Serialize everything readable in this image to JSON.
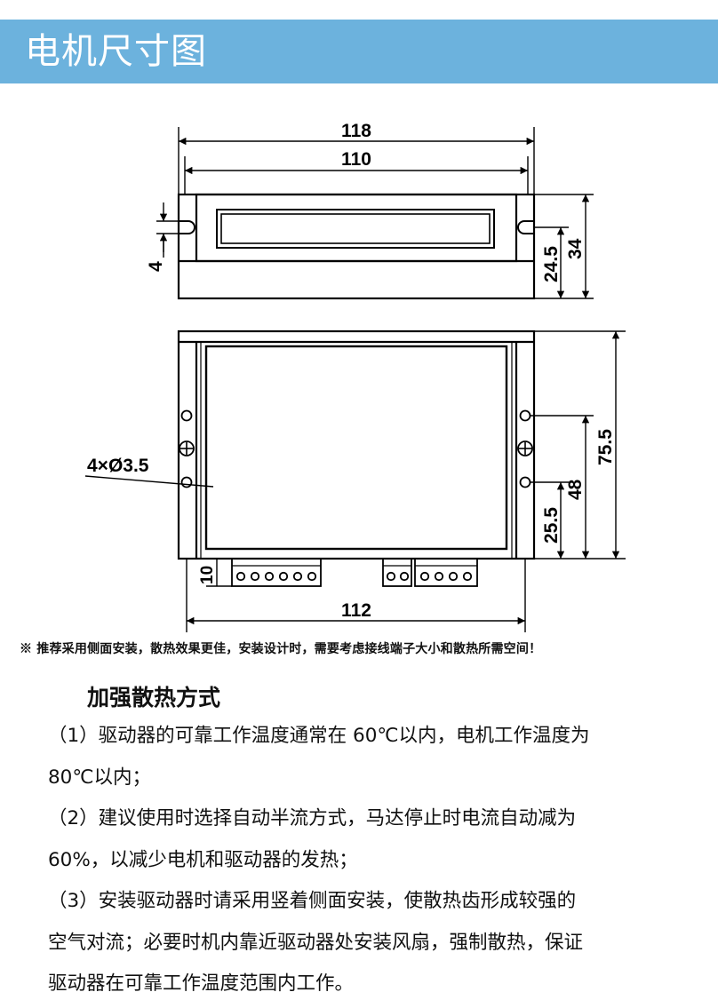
{
  "header": {
    "title": "电机尺寸图"
  },
  "diagram": {
    "dims": {
      "overall_width": "118",
      "hole_span": "110",
      "slot": "4",
      "side_h1": "24.5",
      "side_h2": "34",
      "front_h_total": "75.5",
      "front_h_holes": "48",
      "front_h_low": "25.5",
      "bottom_width": "112",
      "terminal_h": "10",
      "hole_callout": "4×Ø3.5"
    }
  },
  "note": "※ 推荐采用侧面安装，散热效果更佳，安装设计时，需要考虑接线端子大小和散热所需空间！",
  "cooling": {
    "heading": "加强散热方式",
    "lines": [
      "（1）驱动器的可靠工作温度通常在 60℃以内，电机工作温度为",
      "80℃以内；",
      "（2）建议使用时选择自动半流方式，马达停止时电流自动减为",
      "60%，以减少电机和驱动器的发热；",
      "（3）安装驱动器时请采用竖着侧面安装，使散热齿形成较强的",
      "空气对流；必要时机内靠近驱动器处安装风扇，强制散热，保证",
      "驱动器在可靠工作温度范围内工作。"
    ]
  }
}
